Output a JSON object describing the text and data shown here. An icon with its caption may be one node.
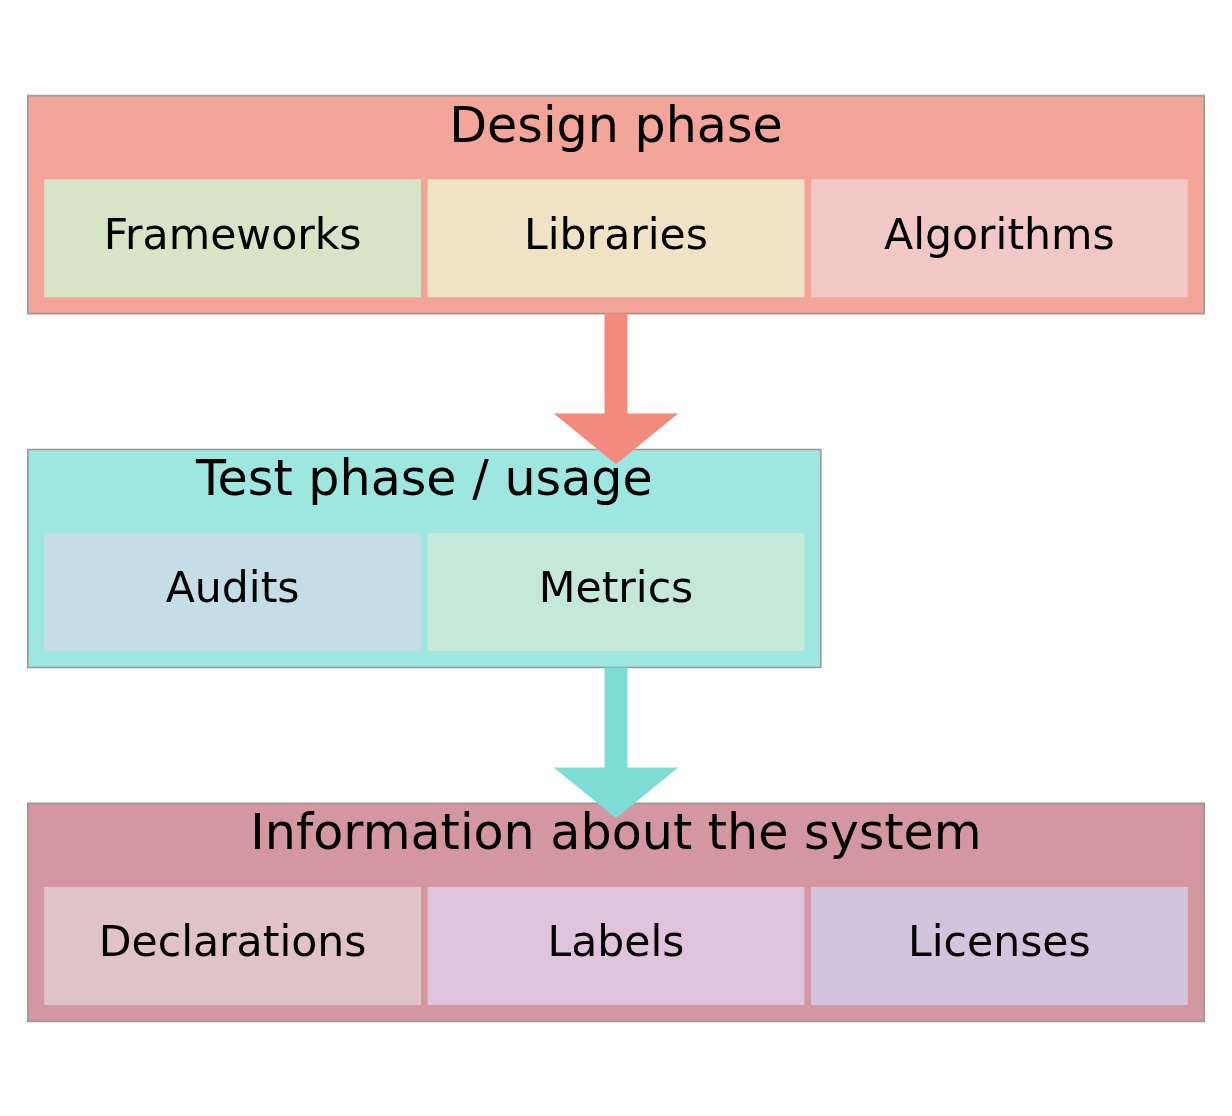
{
  "diagram": {
    "nodes": [
      {
        "text": [
          "Design phase"
        ]
      },
      {
        "text": [
          "Frameworks"
        ],
        "in": 0
      },
      {
        "text": [
          "Libraries"
        ],
        "in": 0
      },
      {
        "text": [
          "Algorithms"
        ],
        "in": 0
      },
      {
        "text": [
          "Test phase / usage"
        ]
      },
      {
        "text": [
          "Audits"
        ],
        "in": 4
      },
      {
        "text": [
          "Metrics"
        ],
        "in": 4
      },
      {
        "text": [
          "Information about the system"
        ]
      },
      {
        "text": [
          "Declarations"
        ],
        "in": 7
      },
      {
        "text": [
          "Labels"
        ],
        "in": 7
      },
      {
        "text": [
          "Licenses"
        ],
        "in": 7
      }
    ],
    "edges": [
      {
        "from": 0,
        "to": 4,
        "arrow": "to",
        "color": "#f28b7e"
      },
      {
        "from": 4,
        "to": 7,
        "arrow": "to",
        "color": "#7edcd6"
      }
    ]
  }
}
